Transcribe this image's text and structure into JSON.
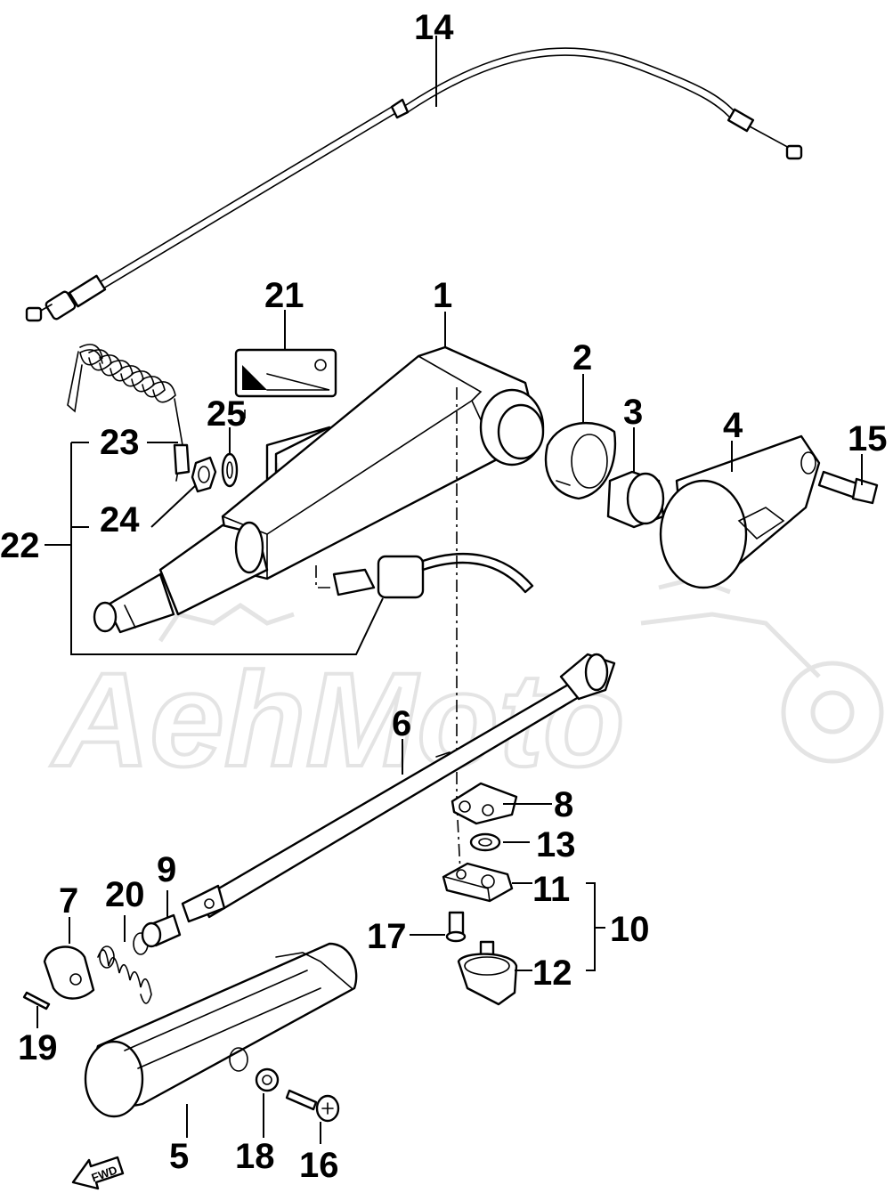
{
  "watermark": {
    "text": "AehMoto",
    "color": "#e4e4e4"
  },
  "fwd_arrow": {
    "label": "FWD"
  },
  "callouts": [
    {
      "id": "c1",
      "label": "1"
    },
    {
      "id": "c2",
      "label": "2"
    },
    {
      "id": "c3",
      "label": "3"
    },
    {
      "id": "c4",
      "label": "4"
    },
    {
      "id": "c5",
      "label": "5"
    },
    {
      "id": "c6",
      "label": "6"
    },
    {
      "id": "c7",
      "label": "7"
    },
    {
      "id": "c8",
      "label": "8"
    },
    {
      "id": "c9",
      "label": "9"
    },
    {
      "id": "c10",
      "label": "10"
    },
    {
      "id": "c11",
      "label": "11"
    },
    {
      "id": "c12",
      "label": "12"
    },
    {
      "id": "c13",
      "label": "13"
    },
    {
      "id": "c14",
      "label": "14"
    },
    {
      "id": "c15",
      "label": "15"
    },
    {
      "id": "c16",
      "label": "16"
    },
    {
      "id": "c17",
      "label": "17"
    },
    {
      "id": "c18",
      "label": "18"
    },
    {
      "id": "c19",
      "label": "19"
    },
    {
      "id": "c20",
      "label": "20"
    },
    {
      "id": "c21",
      "label": "21"
    },
    {
      "id": "c22",
      "label": "22"
    },
    {
      "id": "c23",
      "label": "23"
    },
    {
      "id": "c24",
      "label": "24"
    },
    {
      "id": "c25",
      "label": "25"
    }
  ]
}
